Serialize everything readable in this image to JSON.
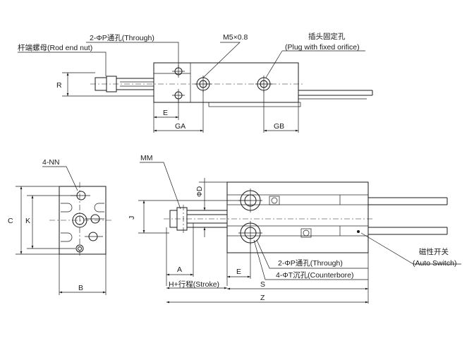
{
  "top_view": {
    "rod_end_nut": "杆端螺母(Rod end nut)",
    "through_hole_2": "2-ΦP通孔(Through)",
    "m5": "M5×0.8",
    "plug": "插头固定孔",
    "plug_en": "(Plug with fixed orifice)",
    "dim_R": "R",
    "dim_E": "E",
    "dim_GA": "GA",
    "dim_GB": "GB"
  },
  "end_view": {
    "label_4nn": "4-NN",
    "dim_C": "C",
    "dim_K": "K",
    "dim_B": "B"
  },
  "side_view": {
    "label_mm": "MM",
    "dim_phiD": "ΦD",
    "dim_J": "J",
    "dim_A": "A",
    "dim_H_stroke": "H+行程(Stroke)",
    "dim_E": "E",
    "dim_S": "S",
    "dim_Z": "Z",
    "through_hole_2": "2-ΦP通孔(Through)",
    "counterbore_4": "4-ΦT沉孔(Counterbore)",
    "auto_switch": "磁性开关",
    "auto_switch_en": "(Auto Switch)"
  }
}
